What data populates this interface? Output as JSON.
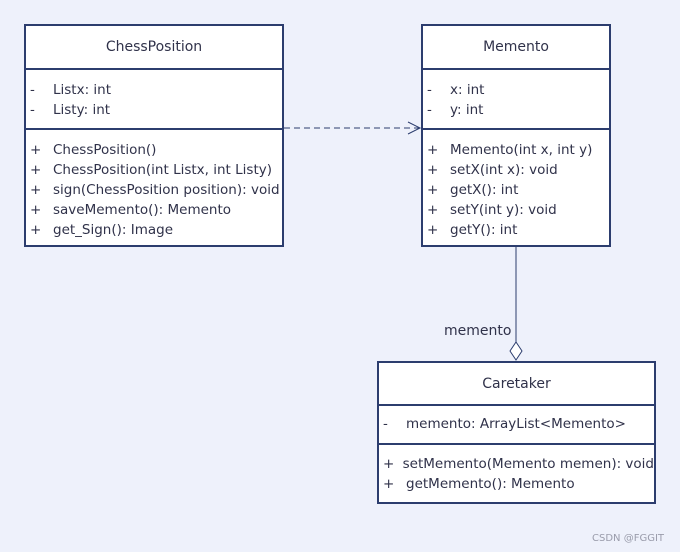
{
  "classes": {
    "chess": {
      "name": "ChessPosition",
      "attributes": [
        {
          "vis": "-",
          "text": "Listx: int"
        },
        {
          "vis": "-",
          "text": "Listy: int"
        }
      ],
      "operations": [
        {
          "vis": "+",
          "text": "ChessPosition()"
        },
        {
          "vis": "+",
          "text": "ChessPosition(int Listx, int Listy)"
        },
        {
          "vis": "+",
          "text": "sign(ChessPosition position): void"
        },
        {
          "vis": "+",
          "text": "saveMemento(): Memento"
        },
        {
          "vis": "+",
          "text": "get_Sign(): Image"
        }
      ]
    },
    "memento": {
      "name": "Memento",
      "attributes": [
        {
          "vis": "-",
          "text": "x: int"
        },
        {
          "vis": "-",
          "text": "y: int"
        }
      ],
      "operations": [
        {
          "vis": "+",
          "text": "Memento(int x, int y)"
        },
        {
          "vis": "+",
          "text": "setX(int x): void"
        },
        {
          "vis": "+",
          "text": "getX(): int"
        },
        {
          "vis": "+",
          "text": "setY(int y): void"
        },
        {
          "vis": "+",
          "text": "getY(): int"
        }
      ]
    },
    "caretaker": {
      "name": "Caretaker",
      "attributes": [
        {
          "vis": "-",
          "text": "memento: ArrayList<Memento>"
        }
      ],
      "operations": [
        {
          "vis": "+",
          "text": "setMemento(Memento memen): void"
        },
        {
          "vis": "+",
          "text": "getMemento(): Memento"
        }
      ]
    }
  },
  "relations": {
    "dependency": {
      "from": "ChessPosition",
      "to": "Memento",
      "kind": "dependency"
    },
    "aggregation": {
      "from": "Caretaker",
      "to": "Memento",
      "kind": "aggregation",
      "label": "memento"
    }
  },
  "colors": {
    "border": "#2c3d6e",
    "background": "#eef1fb",
    "box_fill": "#ffffff",
    "text": "#30324a"
  },
  "watermark": "CSDN @FGGIT"
}
